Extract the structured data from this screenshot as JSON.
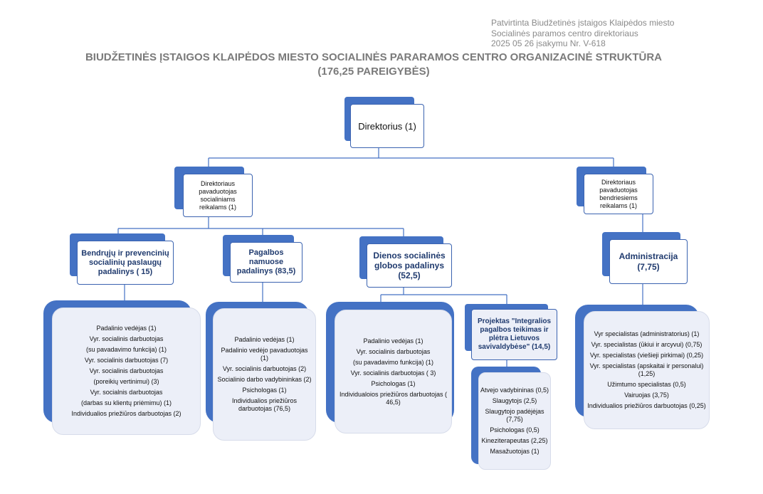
{
  "approval": {
    "line1": "Patvirtinta Biudžetinės įstaigos Klaipėdos miesto",
    "line2": "Socialinės paramos centro direktoriaus",
    "line3": "2025 05 26   įsakymu Nr. V-618"
  },
  "title": {
    "line1": "BIUDŽETINĖS ĮSTAIGOS KLAIPĖDOS MIESTO SOCIALINĖS PARARAMOS CENTRO ORGANIZACINĖ STRUKTŪRA",
    "line2": "(176,25 PAREIGYBĖS)"
  },
  "director": "Direktorius (1)",
  "deputy_social": "Direktoriaus pavaduotojas socialiniams reikalams (1)",
  "deputy_general": "Direktoriaus pavaduotojas bendriesiems reikalams (1)",
  "units": {
    "general": "Bendrųjų ir prevencinių socialinių paslaugų padalinys ( 15)",
    "home": "Pagalbos namuose padalinys (83,5)",
    "day": "Dienos socialinės globos padalinys (52,5)",
    "admin": "Administracija (7,75)",
    "project": "Projektas \"Integralios pagalbos teikimas ir plėtra Lietuvos savivaldybėse\" (14,5)"
  },
  "lists": {
    "general": [
      "Padalinio vedėjas (1)",
      "Vyr. socialinis darbuotojas",
      "(su pavadavimo funkcija) (1)",
      "Vyr. socialinis darbuotojas (7)",
      "Vyr. socialinis darbuotojas",
      "(poreikių vertinimui) (3)",
      "Vyr. socialnis darbuotojas",
      "(darbas su klientų priėmimu) (1)",
      "Individualios priežiūros darbuotojas (2)"
    ],
    "home": [
      "Padalinio vedėjas (1)",
      "Padalinio vedėjo pavaduotojas (1)",
      "Vyr. socialinis darbuotojas (2)",
      "Socialinio darbo vadybininkas (2)",
      "Psichologas (1)",
      "Individualios priežiūros darbuotojas (76,5)"
    ],
    "day": [
      "Padalinio vedėjas (1)",
      "Vyr. socialinis darbuotojas",
      "(su pavadavimo funkcija) (1)",
      "Vyr. socialinis darbuotojas ( 3)",
      "Psichologas (1)",
      "Individualoios priežiūros darbuotojas  ( 46,5)"
    ],
    "project": [
      "Atvejo vadybininas (0,5)",
      "Slaugytojs (2,5)",
      "Slaugytojo padėjėjas (7,75)",
      "Psichologas (0,5)",
      "Kineziterapeutas (2,25)",
      "Masažuotojas (1)"
    ],
    "admin": [
      "Vyr specialistas (administratorius) (1)",
      "Vyr. specialistas (ūkiui ir arcyvui) (0,75)",
      "Vyr. specialistas (viešieji pirkimai) (0,25)",
      "Vyr. specialistas (apskaitai ir personalui) (1,25)",
      "Užimtumo specialistas (0,5)",
      "Vairuojas (3,75)",
      "Individualios priežiūros darbuotojas (0,25)"
    ]
  },
  "colors": {
    "accent": "#4472c4",
    "card": "#eceff8",
    "border": "#3b63b0"
  }
}
